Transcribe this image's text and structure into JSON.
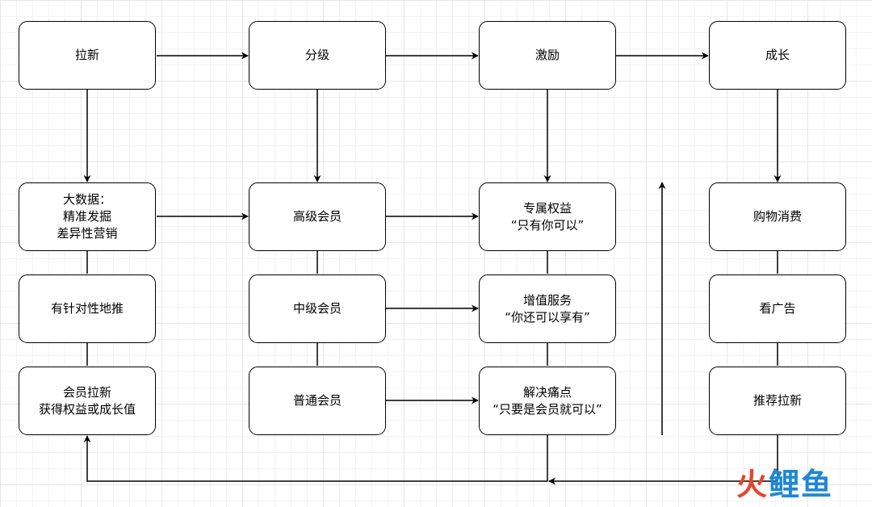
{
  "nodes": {
    "acquire": "拉新",
    "tier": "分级",
    "incentive": "激励",
    "growth": "成长",
    "big_data": "大数据：\n精准发掘\n差异性营销",
    "senior_member": "高级会员",
    "exclusive_rights": "专属权益\n“只有你可以”",
    "shopping": "购物消费",
    "targeted_push": "有针对性地推",
    "mid_member": "中级会员",
    "value_added": "增值服务\n“你还可以享有”",
    "watch_ads": "看广告",
    "member_referral": "会员拉新\n获得权益或成长值",
    "regular_member": "普通会员",
    "pain_point": "解决痛点\n“只要是会员就可以”",
    "referral": "推荐拉新"
  },
  "watermark": {
    "part1": "火",
    "part2": "鲤鱼"
  }
}
